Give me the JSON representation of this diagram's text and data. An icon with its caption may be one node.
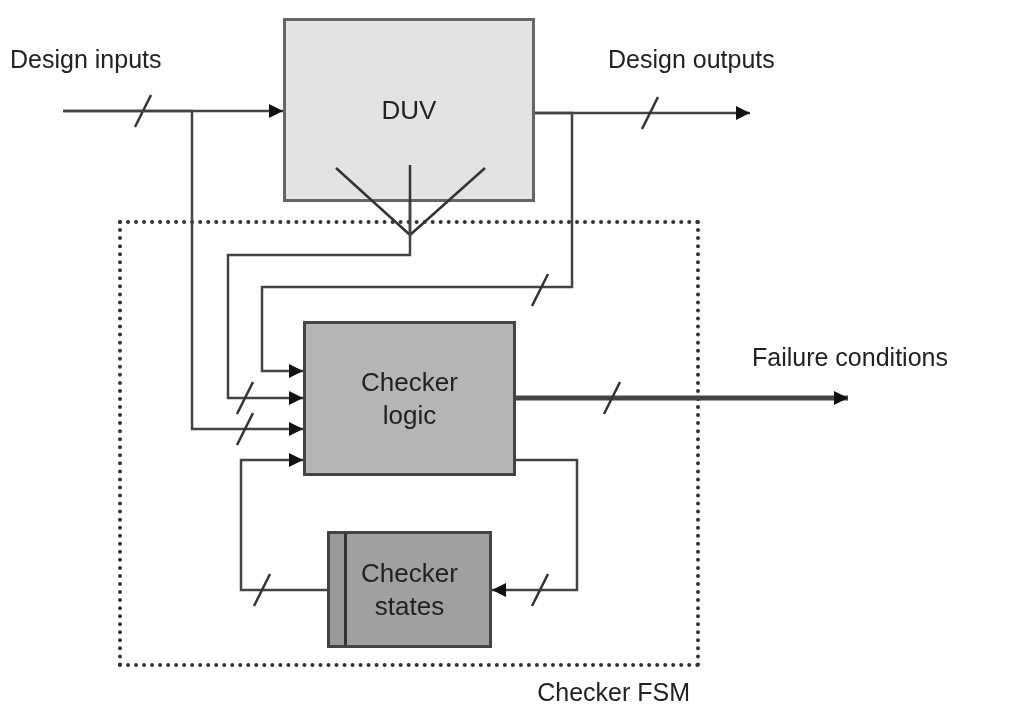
{
  "diagram": {
    "nodes": [
      {
        "text": [
          "DUV"
        ]
      },
      {
        "text": [
          "Checker FSM"
        ]
      },
      {
        "text": [
          "Checker logic"
        ],
        "in": 1
      },
      {
        "text": [
          "Checker states"
        ],
        "in": 1
      }
    ],
    "edges": [
      {
        "from": null,
        "to": 0,
        "arrow": "to",
        "label": "Design inputs"
      },
      {
        "from": null,
        "to": 2,
        "arrow": "to"
      },
      {
        "from": 0,
        "to": null,
        "arrow": "to",
        "label": "Design outputs"
      },
      {
        "from": 0,
        "to": 2,
        "arrow": "to"
      },
      {
        "from": 0,
        "to": 2,
        "arrow": "to"
      },
      {
        "from": 2,
        "to": null,
        "arrow": "to",
        "label": "Failure conditions",
        "style": "thick"
      },
      {
        "from": 2,
        "to": 3,
        "arrow": "to"
      },
      {
        "from": 3,
        "to": 2,
        "arrow": "to"
      }
    ]
  }
}
